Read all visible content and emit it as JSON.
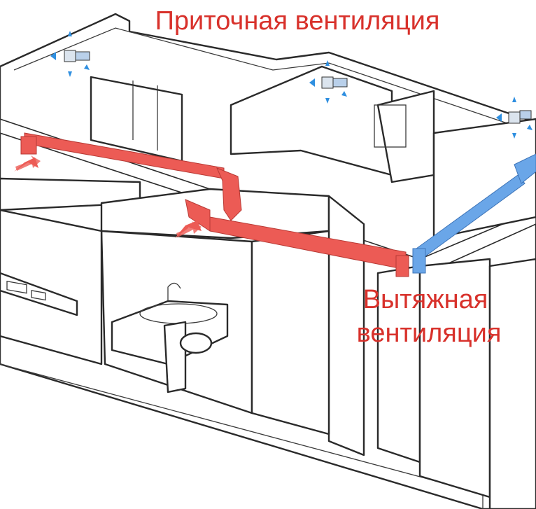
{
  "title": "Приточная вентиляция",
  "exhaust_label": {
    "line1": "Вытяжная",
    "line2": "вентиляция"
  },
  "colors": {
    "label": "#d8312b",
    "exhaust_duct": "#ec5b55",
    "supply_duct": "#6aa6e8",
    "airflow_arrow": "#2f8fe0"
  },
  "icons": [
    "wall-supply-valve-icon",
    "airflow-arrow-icon",
    "exhaust-intake-arrow-icon"
  ]
}
